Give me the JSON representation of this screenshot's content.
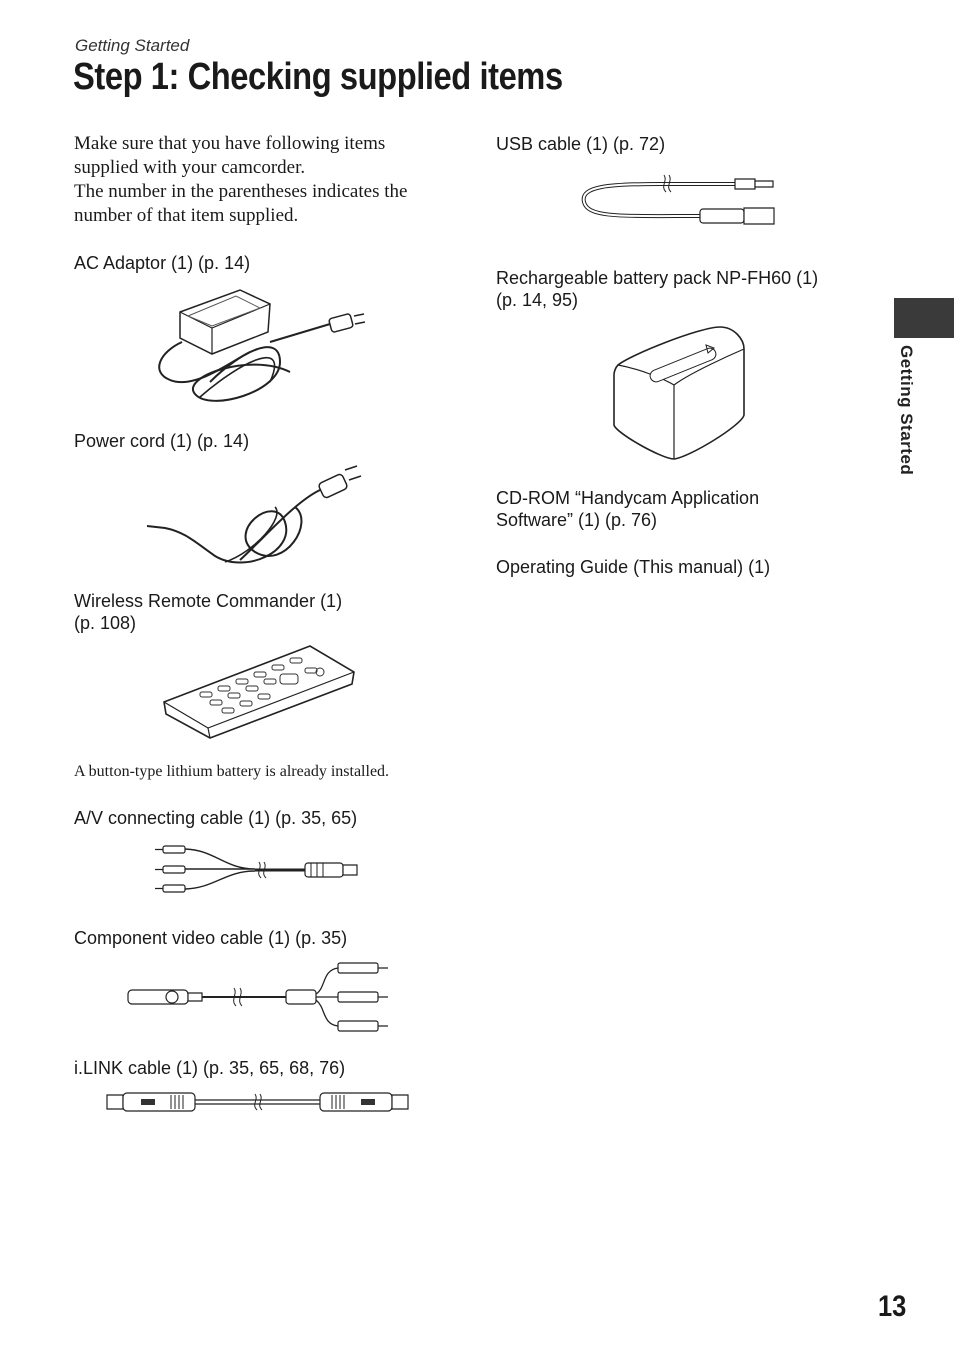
{
  "header": {
    "section": "Getting Started",
    "title": "Step 1: Checking supplied items"
  },
  "intro": {
    "line1": "Make sure that you have following items supplied with your camcorder.",
    "line2": "The number in the parentheses indicates the number of that item supplied."
  },
  "items": {
    "ac_adaptor": "AC Adaptor (1) (p. 14)",
    "power_cord": "Power cord (1) (p. 14)",
    "remote": "Wireless Remote Commander (1)\n(p. 108)",
    "remote_note": "A button-type lithium battery is already installed.",
    "av_cable": "A/V connecting cable (1) (p. 35, 65)",
    "component_cable": "Component video cable (1) (p. 35)",
    "ilink_cable": "i.LINK cable (1) (p. 35, 65, 68, 76)",
    "usb_cable": "USB cable (1) (p. 72)",
    "battery": "Rechargeable battery pack NP-FH60 (1)\n(p. 14, 95)",
    "cdrom": "CD-ROM “Handycam Application\nSoftware” (1) (p. 76)",
    "guide": "Operating Guide (This manual) (1)"
  },
  "side_tab": {
    "label": "Getting Started"
  },
  "page_number": "13"
}
